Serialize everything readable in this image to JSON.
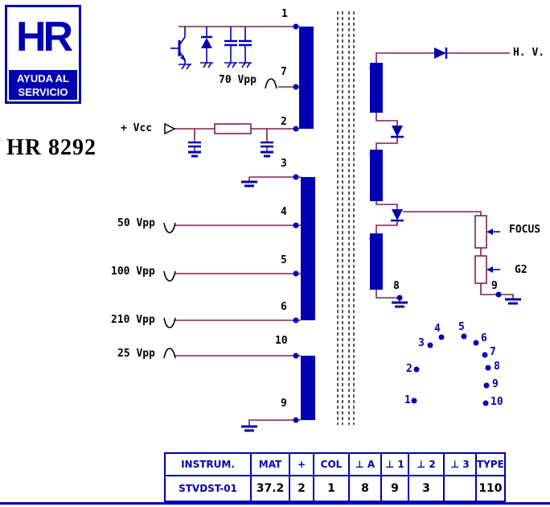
{
  "logo": {
    "brand": "HR",
    "line1": "AYUDA AL",
    "line2": "SERVICIO"
  },
  "model": "HR 8292",
  "colors": {
    "brand_blue": "#0000b2",
    "wire_maroon": "#802050"
  },
  "schematic": {
    "pins": {
      "p1": "1",
      "p2": "2",
      "p3": "3",
      "p4": "4",
      "p5": "5",
      "p6": "6",
      "p7": "7",
      "p8": "8",
      "p9_left": "9",
      "p9_right": "9",
      "p10": "10"
    },
    "labels": {
      "vpp70": "70 Vpp",
      "vpp50": "50 Vpp",
      "vpp100": "100 Vpp",
      "vpp210": "210 Vpp",
      "vpp25": "25 Vpp",
      "vcc": "+ Vcc",
      "hv": "H. V.",
      "focus": "FOCUS",
      "g2": "G2"
    },
    "pinout": {
      "n1": "1",
      "n2": "2",
      "n3": "3",
      "n4": "4",
      "n5": "5",
      "n6": "6",
      "n7": "7",
      "n8": "8",
      "n9": "9",
      "n10": "10"
    }
  },
  "table": {
    "headers": [
      "INSTRUM.",
      "MAT",
      "+",
      "COL",
      "⊥ A",
      "⊥ 1",
      "⊥ 2",
      "⊥ 3",
      "TYPE"
    ],
    "row": [
      "STVDST-01",
      "37.2",
      "2",
      "1",
      "8",
      "9",
      "3",
      "",
      "110"
    ]
  }
}
